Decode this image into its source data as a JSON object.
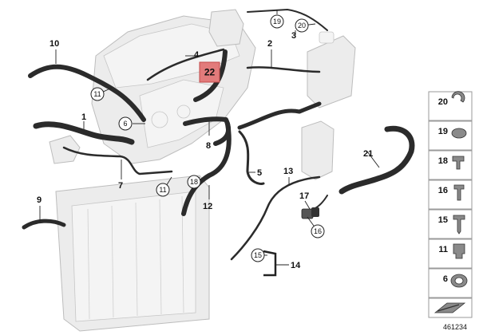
{
  "callouts": {
    "c1": "1",
    "c2": "2",
    "c3": "3",
    "c4": "4",
    "c5": "5",
    "c6": "6",
    "c7": "7",
    "c8": "8",
    "c9": "9",
    "c10": "10",
    "c11a": "11",
    "c11b": "11",
    "c12": "12",
    "c13": "13",
    "c14": "14",
    "c15": "15",
    "c16": "16",
    "c17": "17",
    "c18": "18",
    "c19": "19",
    "c20": "20",
    "c21": "21"
  },
  "highlighted_part": "22",
  "legend": {
    "items": [
      {
        "number": "20",
        "icon": "hose-clamp-icon"
      },
      {
        "number": "19",
        "icon": "spring-clamp-icon"
      },
      {
        "number": "18",
        "icon": "bracket-clip-icon"
      },
      {
        "number": "16",
        "icon": "bolt-icon"
      },
      {
        "number": "15",
        "icon": "screw-icon"
      },
      {
        "number": "11",
        "icon": "holder-clip-icon"
      },
      {
        "number": "6",
        "icon": "hose-band-clamp-icon"
      }
    ],
    "direction_arrow": "arrow-icon"
  },
  "reference_number": "461234",
  "colors": {
    "hose_stroke": "#2b2b2b",
    "highlight_fill": "#e27b7b",
    "ghost_fill": "#ececec",
    "legend_border": "#9a9a9a"
  }
}
